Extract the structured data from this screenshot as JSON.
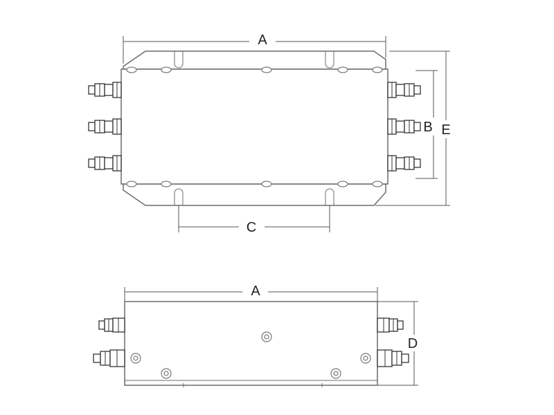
{
  "top_view": {
    "dim_width_label": "A",
    "dim_height_inner_label": "B",
    "dim_height_outer_label": "E",
    "dim_slot_spacing_label": "C"
  },
  "side_view": {
    "dim_width_label": "A",
    "dim_depth_label": "D"
  },
  "colors": {
    "line": "#6b6b6b",
    "bolt": "#333333",
    "background": "#ffffff"
  }
}
